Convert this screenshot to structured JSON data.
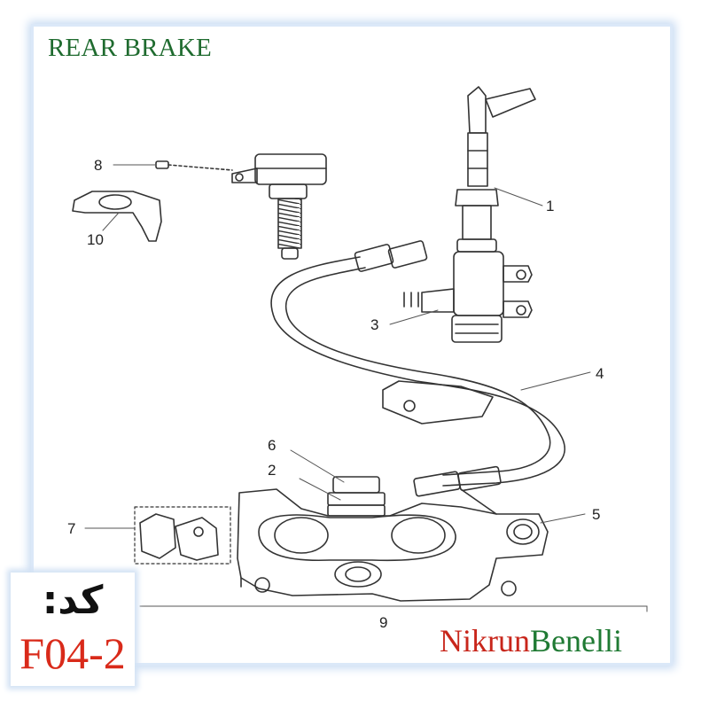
{
  "title": "REAR BRAKE",
  "callouts": [
    "1",
    "2",
    "3",
    "4",
    "5",
    "6",
    "7",
    "8",
    "9",
    "10"
  ],
  "code": {
    "label": "کد:",
    "value": "F04-2"
  },
  "brand": {
    "part1": "Nikrun",
    "part2": "Benelli"
  },
  "colors": {
    "title": "#1f6b2f",
    "code_value": "#d92a1a",
    "brand_part1": "#c8261b",
    "brand_part2": "#1f7a33"
  }
}
